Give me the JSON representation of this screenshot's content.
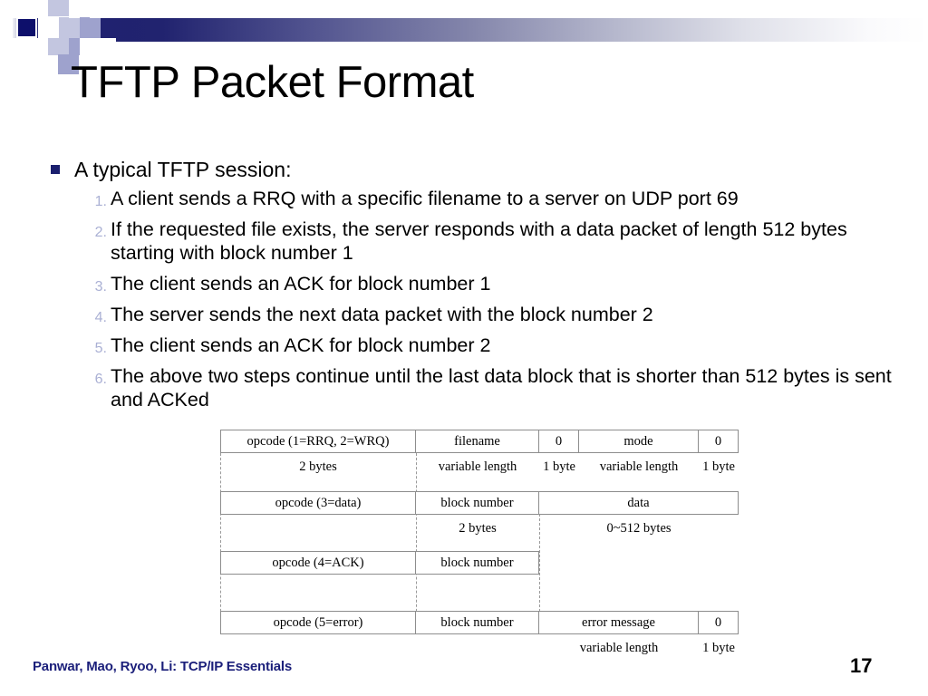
{
  "slide": {
    "title": "TFTP Packet Format",
    "page_number": "17",
    "footer": "Panwar, Mao, Ryoo, Li: TCP/IP Essentials",
    "footer_color": "#1b1f7a",
    "accent_color": "#1f2170",
    "bullet_color": "#1b1f6e",
    "number_color": "#aab0d4"
  },
  "body": {
    "lead": "A typical TFTP session:",
    "steps": [
      {
        "n": "1.",
        "text": "A client sends a RRQ with a specific filename to a server on UDP port 69"
      },
      {
        "n": "2.",
        "text": "If the requested file exists, the server responds with a data packet of length 512 bytes starting with block number 1"
      },
      {
        "n": "3.",
        "text": "The client sends an ACK for block number 1"
      },
      {
        "n": "4.",
        "text": "The server sends the next data packet with the block number 2"
      },
      {
        "n": "5.",
        "text": "The client sends an ACK for block number 2"
      },
      {
        "n": "6.",
        "text": "The above two steps continue until the last data block that is shorter than 512 bytes is sent and ACKed"
      }
    ]
  },
  "diagram": {
    "rrq_wrq": {
      "fields": [
        "opcode (1=RRQ, 2=WRQ)",
        "filename",
        "0",
        "mode",
        "0"
      ],
      "sizes": [
        "2 bytes",
        "variable length",
        "1 byte",
        "variable length",
        "1 byte"
      ]
    },
    "data": {
      "fields": [
        "opcode (3=data)",
        "block number",
        "data"
      ],
      "sizes": [
        "",
        "2 bytes",
        "0~512 bytes"
      ]
    },
    "ack": {
      "fields": [
        "opcode (4=ACK)",
        "block number"
      ],
      "sizes": [
        "",
        ""
      ]
    },
    "error": {
      "fields": [
        "opcode (5=error)",
        "block number",
        "error message",
        "0"
      ],
      "sizes": [
        "",
        "",
        "variable length",
        "1 byte"
      ]
    }
  }
}
